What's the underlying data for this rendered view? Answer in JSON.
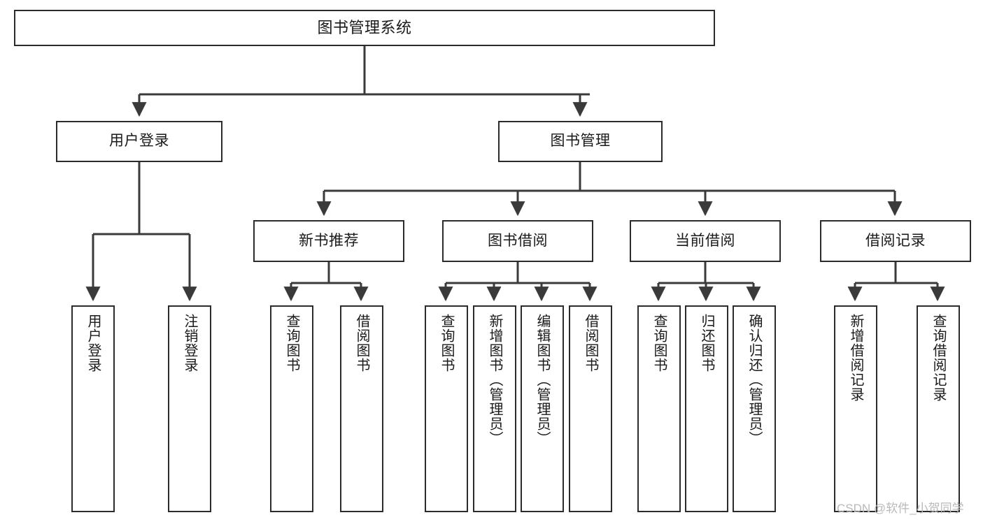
{
  "diagram": {
    "title": "图书管理系统",
    "type": "tree",
    "orientation": "top-down",
    "colors": {
      "box_border": "#2b2b2b",
      "box_fill": "#ffffff",
      "edge": "#3a3a3a",
      "text": "#1a1a1a",
      "watermark": "#b9b9b9",
      "background": "#ffffff"
    },
    "watermark": "CSDN @软件_小贺同学",
    "nodes": {
      "root": {
        "label": "图书管理系统"
      },
      "level2": [
        {
          "label": "用户登录"
        },
        {
          "label": "图书管理"
        }
      ],
      "level3": [
        {
          "label": "新书推荐"
        },
        {
          "label": "图书借阅"
        },
        {
          "label": "当前借阅"
        },
        {
          "label": "借阅记录"
        }
      ],
      "leaves": {
        "user_login": [
          {
            "label": "用户登录"
          },
          {
            "label": "注销登录"
          }
        ],
        "new_book_recommend": [
          {
            "label": "查询图书"
          },
          {
            "label": "借阅图书"
          }
        ],
        "book_borrow": [
          {
            "label": "查询图书"
          },
          {
            "label": "新增图书（管理员）"
          },
          {
            "label": "编辑图书（管理员）"
          },
          {
            "label": "借阅图书"
          }
        ],
        "current_borrow": [
          {
            "label": "查询图书"
          },
          {
            "label": "归还图书"
          },
          {
            "label": "确认归还（管理员）"
          }
        ],
        "borrow_record": [
          {
            "label": "新增借阅记录"
          },
          {
            "label": "查询借阅记录"
          }
        ]
      }
    }
  }
}
